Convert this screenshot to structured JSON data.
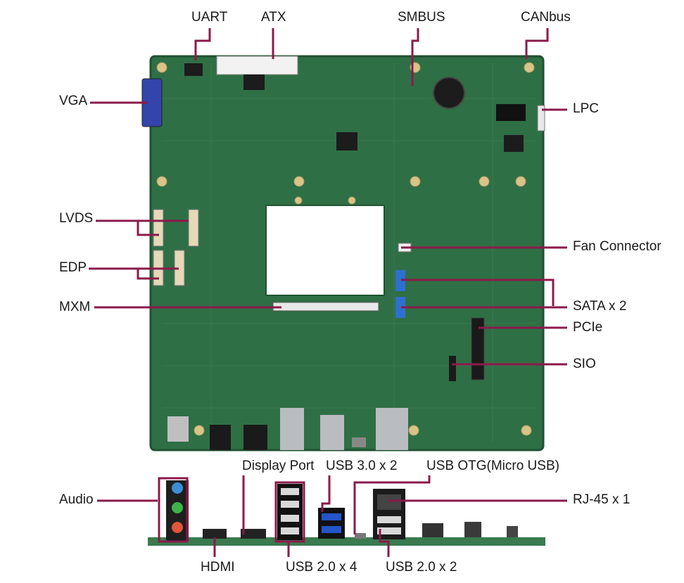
{
  "labels": {
    "uart": "UART",
    "atx": "ATX",
    "smbus": "SMBUS",
    "canbus": "CANbus",
    "vga": "VGA",
    "lpc": "LPC",
    "lvds": "LVDS",
    "fan": "Fan Connector",
    "edp": "EDP",
    "mxm": "MXM",
    "sata": "SATA x 2",
    "pcie": "PCIe",
    "sio": "SIO",
    "display_port": "Display Port",
    "usb30": "USB 3.0 x 2",
    "usb_otg": "USB OTG(Micro USB)",
    "audio": "Audio",
    "rj45": "RJ-45 x 1",
    "hdmi": "HDMI",
    "usb20x4": "USB 2.0 x 4",
    "usb20x2": "USB 2.0 x 2"
  },
  "colors": {
    "leader": "#8b1a4a",
    "board": "#2f6f45",
    "board_dark": "#1f5232",
    "connector_metal": "#b9bcc0",
    "usb3_blue": "#2455c8",
    "sata_blue": "#2f6fd1"
  }
}
